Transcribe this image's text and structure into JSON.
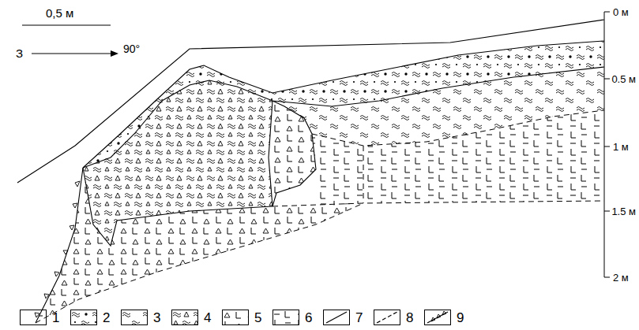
{
  "diagram": {
    "labels": [
      "0,5 м",
      "З",
      "90°",
      "0 м",
      "0.5 м",
      "1 м",
      "1.5 м",
      "2 м"
    ],
    "legend": [
      {
        "text": "1"
      },
      {
        "text": "2"
      },
      {
        "text": "3"
      },
      {
        "text": "4"
      },
      {
        "text": "5"
      },
      {
        "text": "6"
      },
      {
        "text": "7"
      },
      {
        "text": "8"
      },
      {
        "text": "9"
      }
    ]
  }
}
